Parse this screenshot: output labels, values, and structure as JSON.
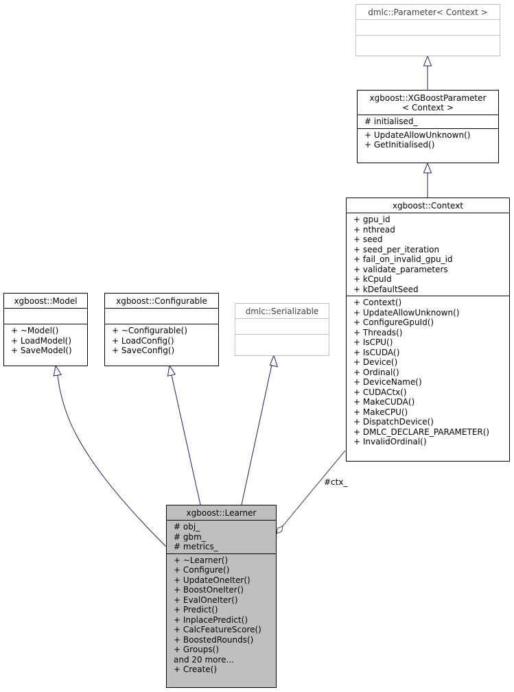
{
  "classes": {
    "parameter": {
      "title": "dmlc::Parameter< Context >",
      "attributes": [],
      "methods": []
    },
    "xgb_param": {
      "title_line1": "xgboost::XGBoostParameter",
      "title_line2": "< Context >",
      "attributes": [
        "# initialised_"
      ],
      "methods": [
        "+ UpdateAllowUnknown()",
        "+ GetInitialised()"
      ]
    },
    "context": {
      "title": "xgboost::Context",
      "attributes": [
        "+ gpu_id",
        "+ nthread",
        "+ seed",
        "+ seed_per_iteration",
        "+ fail_on_invalid_gpu_id",
        "+ validate_parameters",
        "+ kCpuId",
        "+ kDefaultSeed"
      ],
      "methods": [
        "+ Context()",
        "+ UpdateAllowUnknown()",
        "+ ConfigureGpuId()",
        "+ Threads()",
        "+ IsCPU()",
        "+ IsCUDA()",
        "+ Device()",
        "+ Ordinal()",
        "+ DeviceName()",
        "+ CUDACtx()",
        "+ MakeCUDA()",
        "+ MakeCPU()",
        "+ DispatchDevice()",
        "+ DMLC_DECLARE_PARAMETER()",
        "+ InvalidOrdinal()"
      ]
    },
    "model": {
      "title": "xgboost::Model",
      "attributes": [],
      "methods": [
        "+ ~Model()",
        "+ LoadModel()",
        "+ SaveModel()"
      ]
    },
    "configurable": {
      "title": "xgboost::Configurable",
      "attributes": [],
      "methods": [
        "+ ~Configurable()",
        "+ LoadConfig()",
        "+ SaveConfig()"
      ]
    },
    "serializable": {
      "title": "dmlc::Serializable",
      "attributes": [],
      "methods": []
    },
    "learner": {
      "title": "xgboost::Learner",
      "attributes": [
        "# obj_",
        "# gbm_",
        "# metrics_"
      ],
      "methods": [
        "+ ~Learner()",
        "+ Configure()",
        "+ UpdateOneIter()",
        "+ BoostOneIter()",
        "+ EvalOneIter()",
        "+ Predict()",
        "+ InplacePredict()",
        "+ CalcFeatureScore()",
        "+ BoostedRounds()",
        "+ Groups()",
        "and 20 more...",
        "+ Create()"
      ]
    }
  },
  "edges": {
    "ctx_label": "#ctx_"
  },
  "colors": {
    "inheritance_edge": "#191970",
    "composition_edge": "#404040",
    "learner_fill": "#bfbfbf",
    "undocumented_border": "#bfbfbf"
  }
}
